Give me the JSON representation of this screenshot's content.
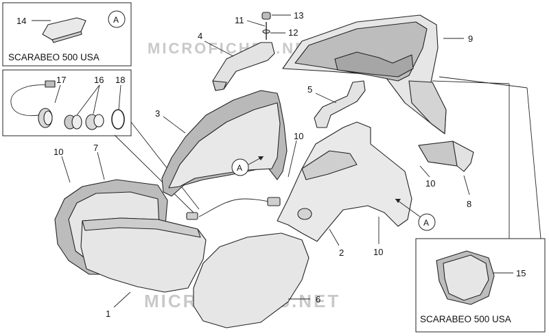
{
  "callouts": {
    "c1": "1",
    "c2": "2",
    "c3": "3",
    "c4": "4",
    "c5": "5",
    "c6": "6",
    "c7": "7",
    "c8": "8",
    "c9": "9",
    "c10a": "10",
    "c10b": "10",
    "c10c": "10",
    "c10d": "10",
    "c11": "11",
    "c12": "12",
    "c13": "13",
    "c14": "14",
    "c15": "15",
    "c16": "16",
    "c17": "17",
    "c18": "18"
  },
  "markers": {
    "boxA": "A",
    "arrowA1": "A",
    "arrowA2": "A"
  },
  "captions": {
    "topLeftBox": "SCARABEO 500 USA",
    "bottomRightBox": "SCARABEO 500 USA"
  },
  "watermark": {
    "top": "MICROFICHES.NET",
    "bottom": "MICROFICHES.NET"
  },
  "colors": {
    "part_fill": "#e4e4e4",
    "part_dark": "#a9a9a9",
    "line": "#222222",
    "watermark": "#c9c9c9"
  }
}
